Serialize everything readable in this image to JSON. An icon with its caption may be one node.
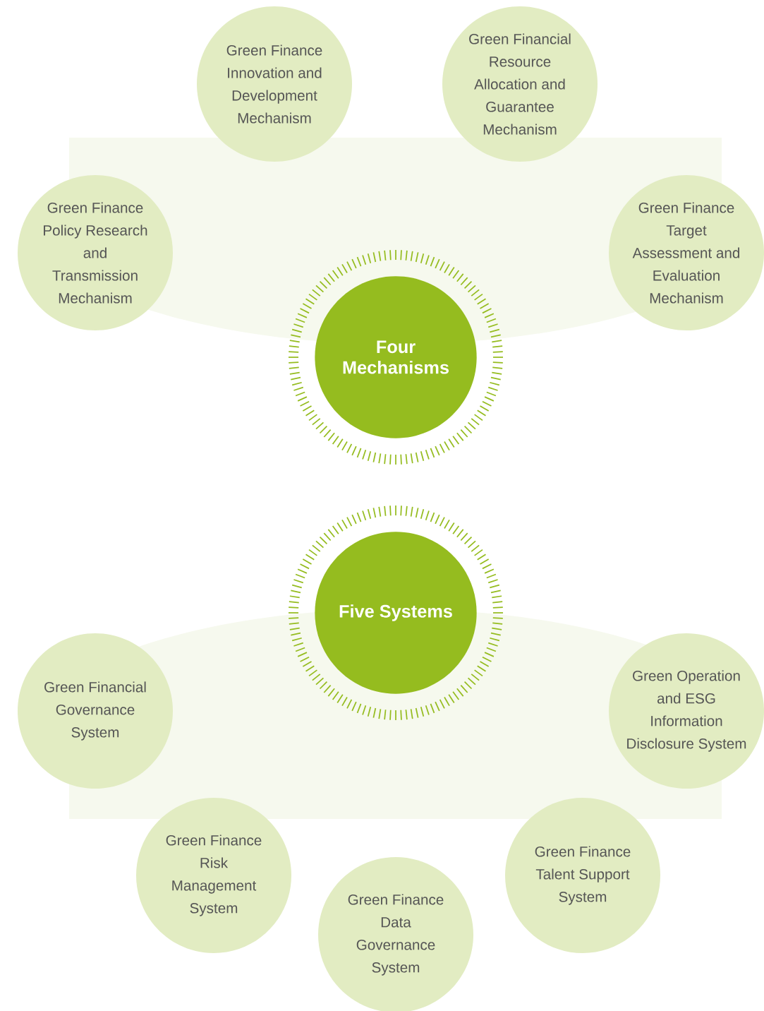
{
  "diagram": {
    "nodes": [
      {
        "text": [
          "Four Mechanisms"
        ]
      },
      {
        "text": [
          "Green Finance Innovation and Development Mechanism"
        ]
      },
      {
        "text": [
          "Green Financial Resource Allocation and Guarantee Mechanism"
        ]
      },
      {
        "text": [
          "Green Finance Policy Research and Transmission Mechanism"
        ]
      },
      {
        "text": [
          "Green Finance Target Assessment and Evaluation Mechanism"
        ]
      },
      {
        "text": [
          "Five Systems"
        ]
      },
      {
        "text": [
          "Green Financial Governance System"
        ]
      },
      {
        "text": [
          "Green Operation and ESG Information Disclosure System"
        ]
      },
      {
        "text": [
          "Green Finance Risk Management System"
        ]
      },
      {
        "text": [
          "Green Finance Talent Support System"
        ]
      },
      {
        "text": [
          "Green Finance Data Governance System"
        ]
      }
    ]
  }
}
